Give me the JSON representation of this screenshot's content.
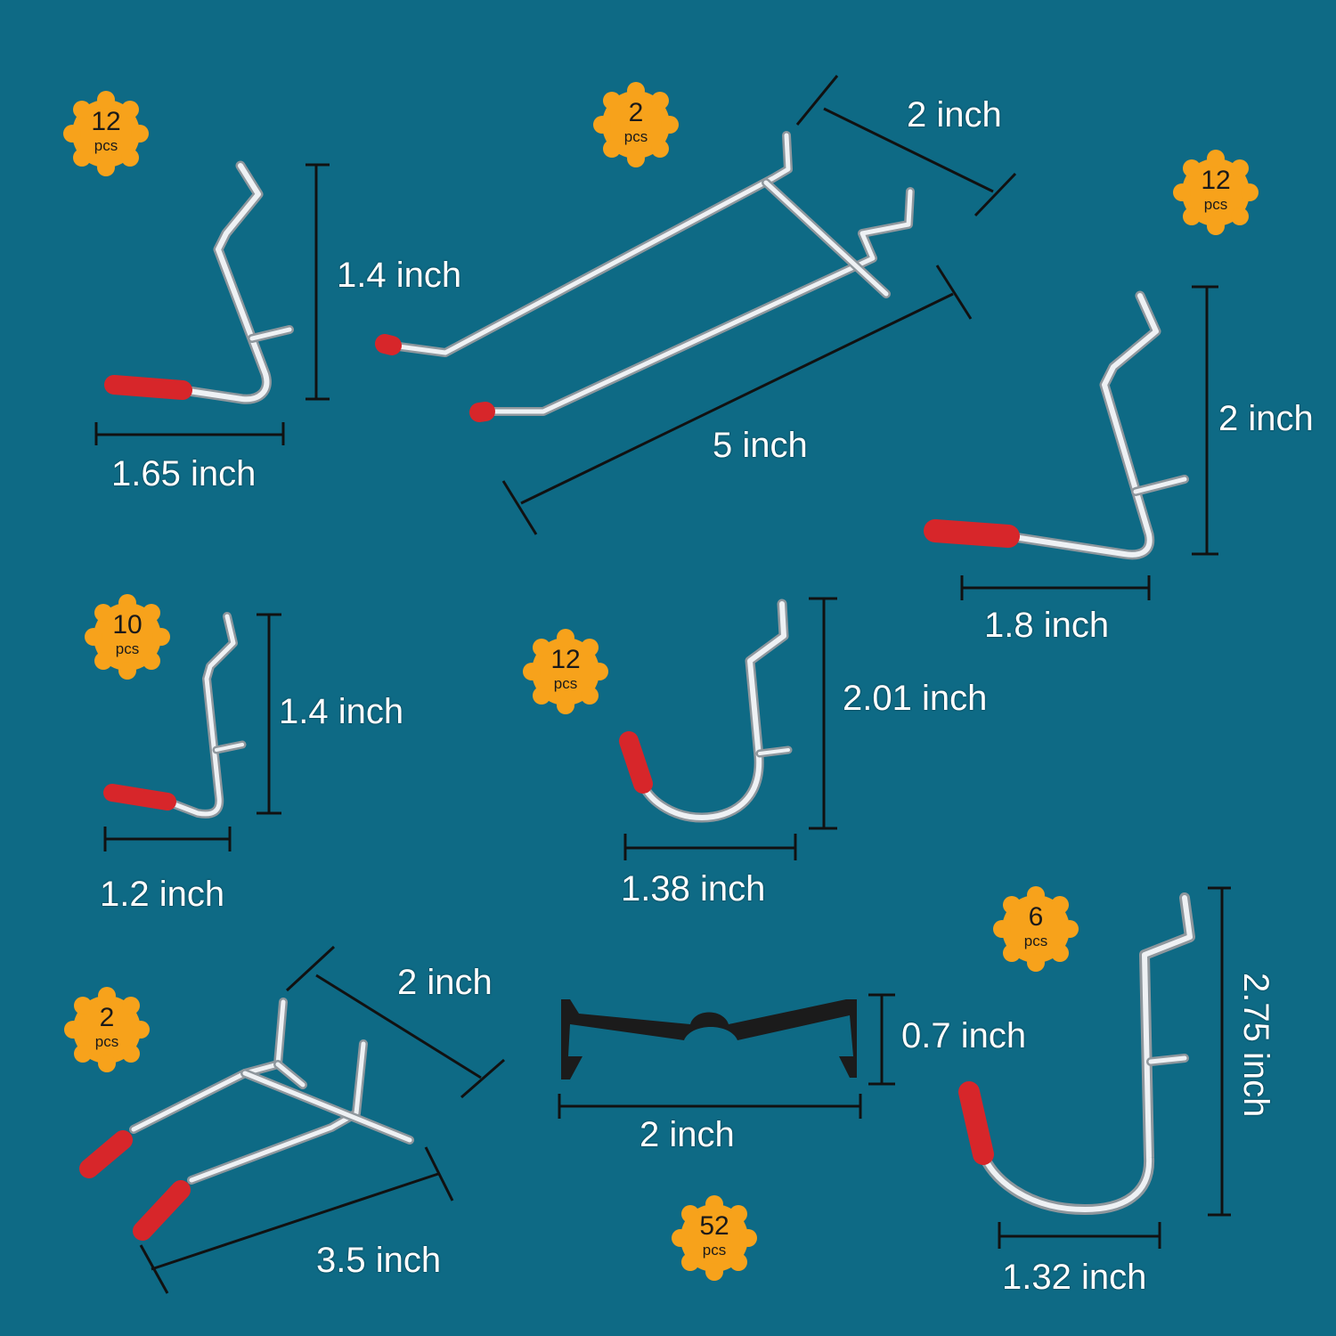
{
  "colors": {
    "background": "#0e6a85",
    "badge": "#f7a21b",
    "hook_metal": "#d8dde2",
    "hook_tip": "#d7262a",
    "clip": "#1b1b1b",
    "dimension_line": "#111111"
  },
  "items": [
    {
      "name": "small-l-hook",
      "qty": "12",
      "unit": "pcs",
      "height": "1.4 inch",
      "width": "1.65 inch"
    },
    {
      "name": "double-prong-hook-5in",
      "qty": "2",
      "unit": "pcs",
      "depth": "2 inch",
      "length": "5 inch"
    },
    {
      "name": "large-l-hook",
      "qty": "12",
      "unit": "pcs",
      "height": "2 inch",
      "width": "1.8 inch"
    },
    {
      "name": "mini-l-hook",
      "qty": "10",
      "unit": "pcs",
      "height": "1.4 inch",
      "width": "1.2 inch"
    },
    {
      "name": "j-hook",
      "qty": "12",
      "unit": "pcs",
      "height": "2.01 inch",
      "width": "1.38 inch"
    },
    {
      "name": "large-j-hook",
      "qty": "6",
      "unit": "pcs",
      "height": "2.75 inch",
      "width": "1.32 inch"
    },
    {
      "name": "double-prong-hook-3-5in",
      "qty": "2",
      "unit": "pcs",
      "depth": "2 inch",
      "length": "3.5 inch"
    },
    {
      "name": "locking-clip",
      "qty": "52",
      "unit": "pcs",
      "height": "0.7 inch",
      "width": "2 inch"
    }
  ]
}
